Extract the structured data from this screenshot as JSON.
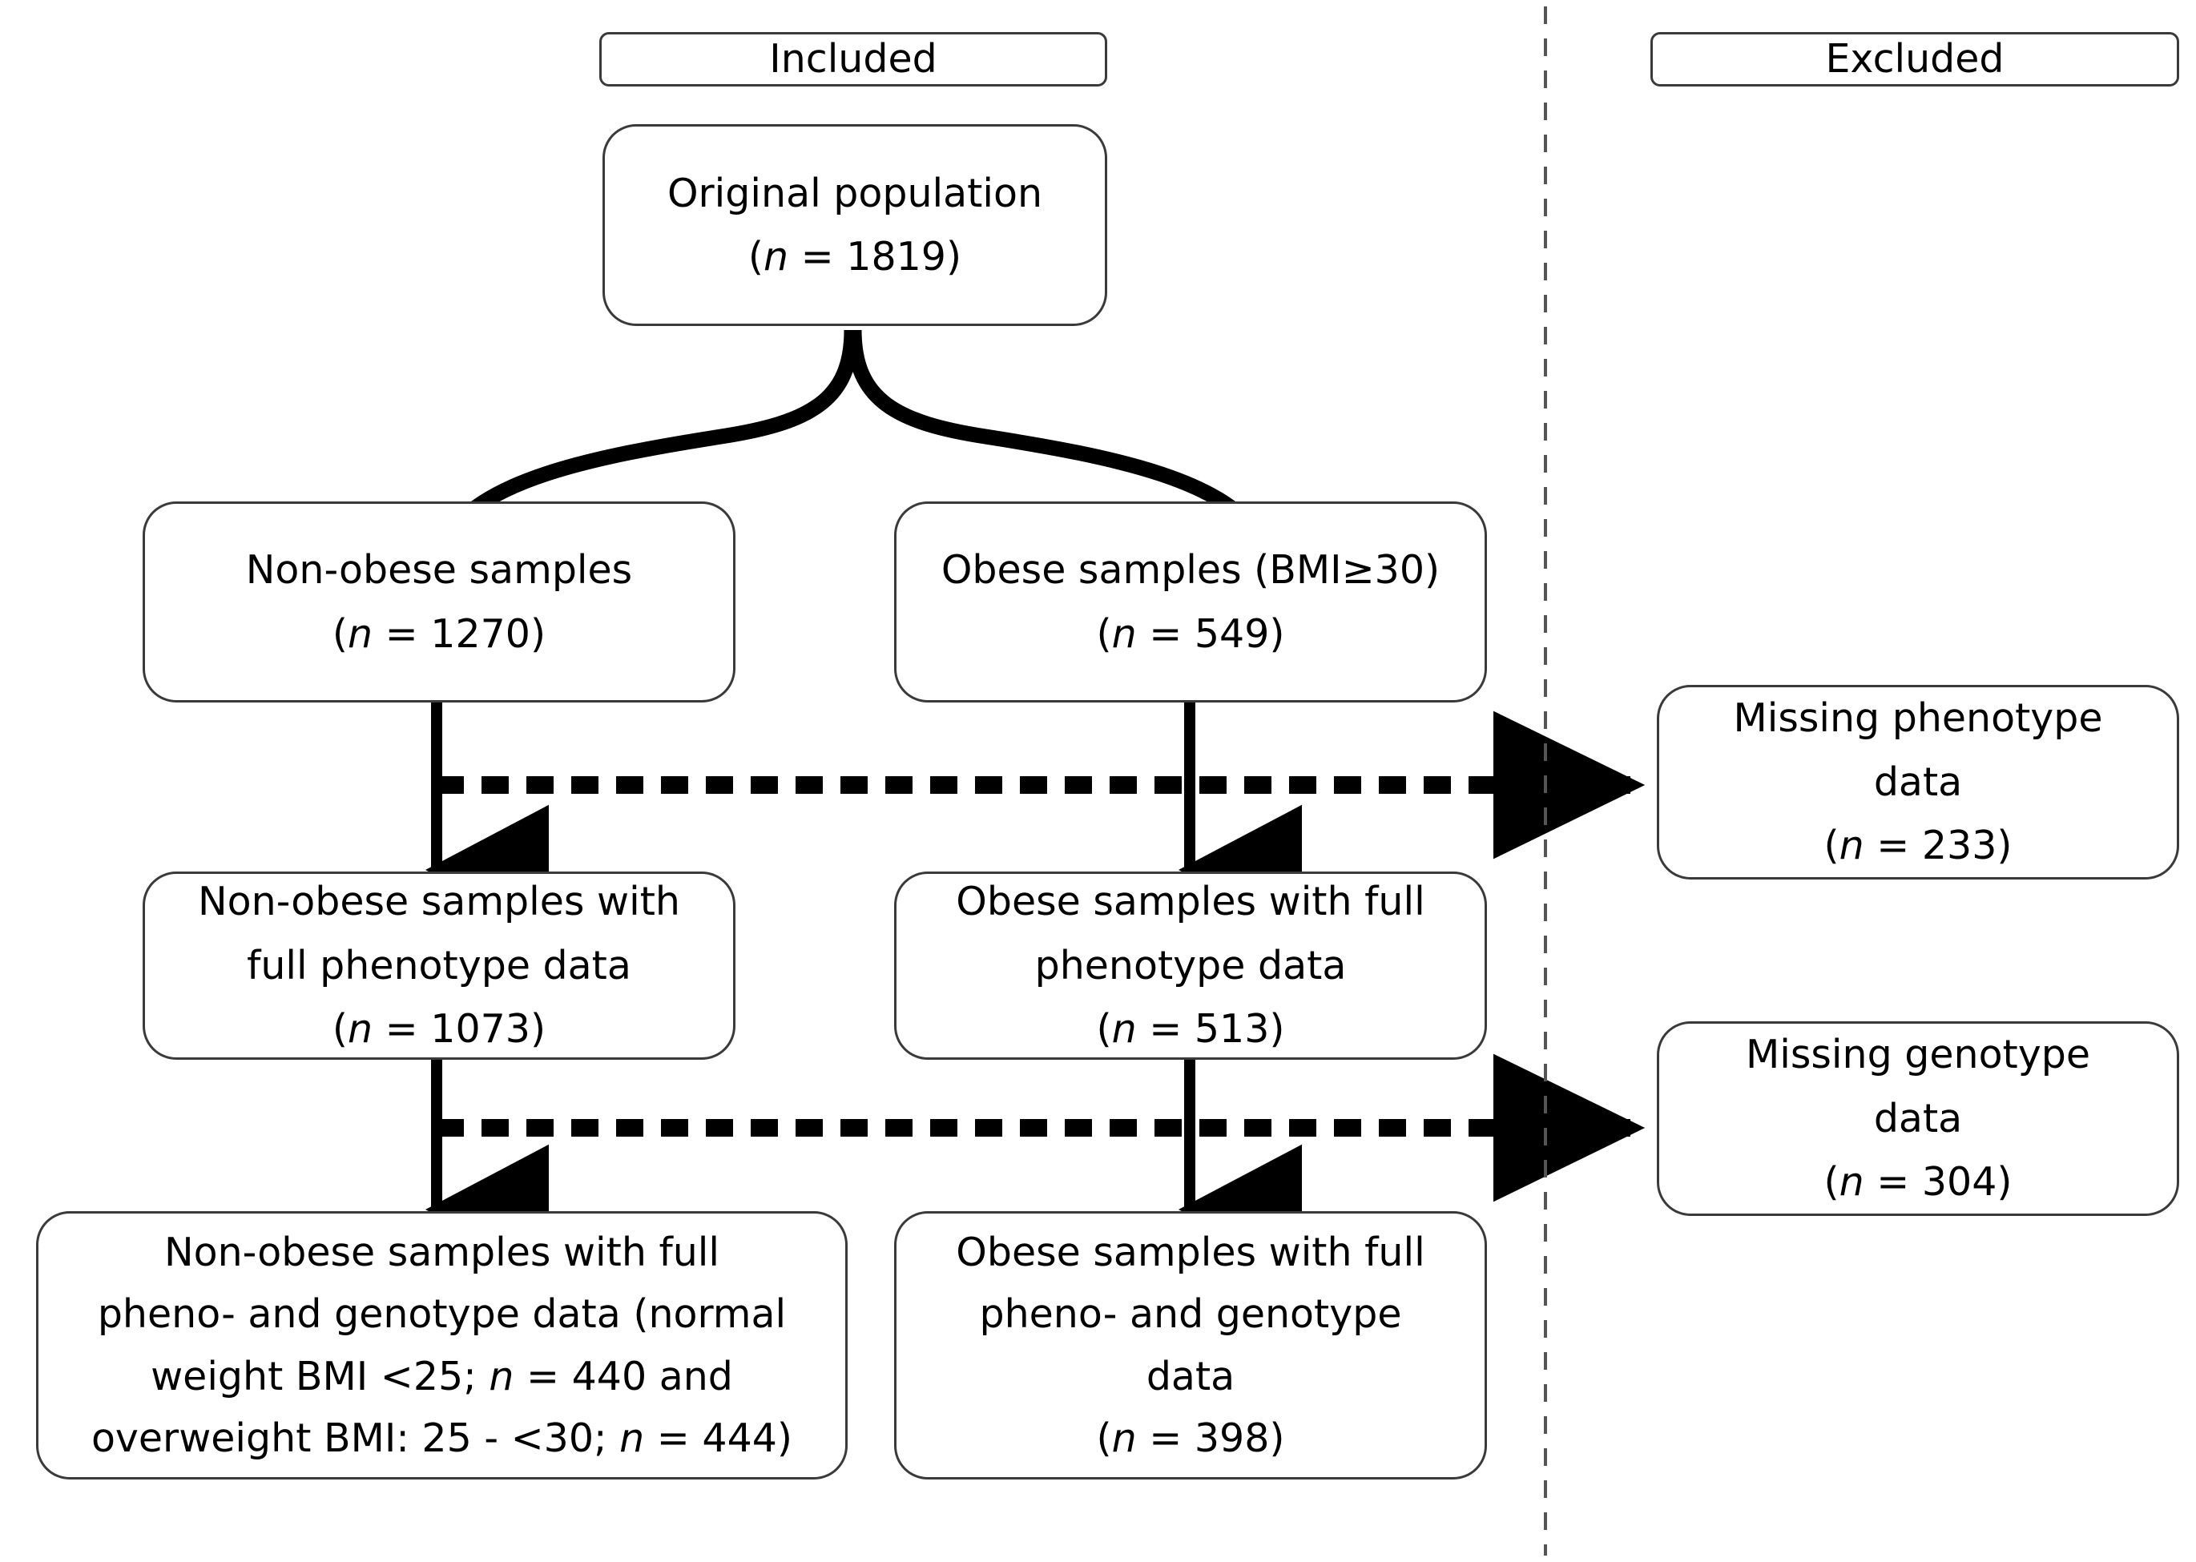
{
  "figure": {
    "type": "flowchart",
    "title": "Study population selection flow diagram",
    "orientation": "top-down"
  },
  "colors": {
    "box_border": "#3a3a3a",
    "arrow": "#000000",
    "divider": "#555555",
    "background": "#ffffff",
    "text": "#000000"
  },
  "columns": {
    "included_label": "Included",
    "excluded_label": "Excluded"
  },
  "nodes": {
    "included_header": {
      "label": "Included"
    },
    "excluded_header": {
      "label": "Excluded"
    },
    "original_population": {
      "line1": "Original population",
      "n_prefix": "(",
      "n_symbol": "n",
      "n_eq": " = ",
      "n_value": "1819",
      "n_suffix": ")",
      "n_text": "(n = 1819)"
    },
    "non_obese": {
      "line1": "Non-obese samples",
      "n_symbol": "n",
      "n_value": "1270",
      "n_text": "(n = 1270)"
    },
    "obese": {
      "line1": "Obese samples (BMI≥30)",
      "n_symbol": "n",
      "n_value": "549",
      "n_text": "(n = 549)"
    },
    "non_obese_pheno": {
      "line1": "Non-obese samples with",
      "line2": "full phenotype data",
      "n_symbol": "n",
      "n_value": "1073",
      "n_text": "(n = 1073)"
    },
    "obese_pheno": {
      "line1": "Obese samples with full",
      "line2": "phenotype data",
      "n_symbol": "n",
      "n_value": "513",
      "n_text": "(n = 513)"
    },
    "non_obese_geno": {
      "line1": "Non-obese samples with full",
      "line2": "pheno- and genotype data (normal",
      "line3": "weight BMI <25; n = 440 and",
      "line4": "overweight BMI: 25 - <30; n = 444)",
      "normal_weight_bmi": "<25",
      "normal_weight_n": "440",
      "overweight_bmi": "25 - <30",
      "overweight_n": "444"
    },
    "obese_geno": {
      "line1": "Obese samples with full",
      "line2": "pheno- and genotype",
      "line3": "data",
      "n_symbol": "n",
      "n_value": "398",
      "n_text": "(n = 398)"
    },
    "missing_phenotype": {
      "line1": "Missing phenotype",
      "line2": "data",
      "n_symbol": "n",
      "n_value": "233",
      "n_text": "(n = 233)"
    },
    "missing_genotype": {
      "line1": "Missing genotype",
      "line2": "data",
      "n_symbol": "n",
      "n_value": "304",
      "n_text": "(n = 304)"
    }
  },
  "chart_data": {
    "type": "flow",
    "counts": {
      "original_population": 1819,
      "non_obese_samples": 1270,
      "obese_samples": 549,
      "non_obese_full_phenotype": 1073,
      "obese_full_phenotype": 513,
      "non_obese_full_pheno_and_genotype_normal_weight": 440,
      "non_obese_full_pheno_and_genotype_overweight": 444,
      "obese_full_pheno_and_genotype": 398,
      "missing_phenotype_data": 233,
      "missing_genotype_data": 304
    },
    "criteria": {
      "obese_definition": "BMI≥30",
      "normal_weight_definition": "BMI <25",
      "overweight_definition": "BMI: 25 - <30"
    },
    "edges": [
      {
        "from": "original_population",
        "to": "non_obese_samples",
        "style": "curved-solid"
      },
      {
        "from": "original_population",
        "to": "obese_samples",
        "style": "curved-solid"
      },
      {
        "from": "non_obese_samples",
        "to": "non_obese_full_phenotype",
        "style": "solid"
      },
      {
        "from": "obese_samples",
        "to": "obese_full_phenotype",
        "style": "solid"
      },
      {
        "from": "non_obese_full_phenotype",
        "to": "non_obese_full_pheno_and_genotype",
        "style": "solid"
      },
      {
        "from": "obese_full_phenotype",
        "to": "obese_full_pheno_and_genotype",
        "style": "solid"
      },
      {
        "from": "phenotype_stage",
        "to": "missing_phenotype_data",
        "style": "dashed"
      },
      {
        "from": "genotype_stage",
        "to": "missing_genotype_data",
        "style": "dashed"
      }
    ]
  }
}
